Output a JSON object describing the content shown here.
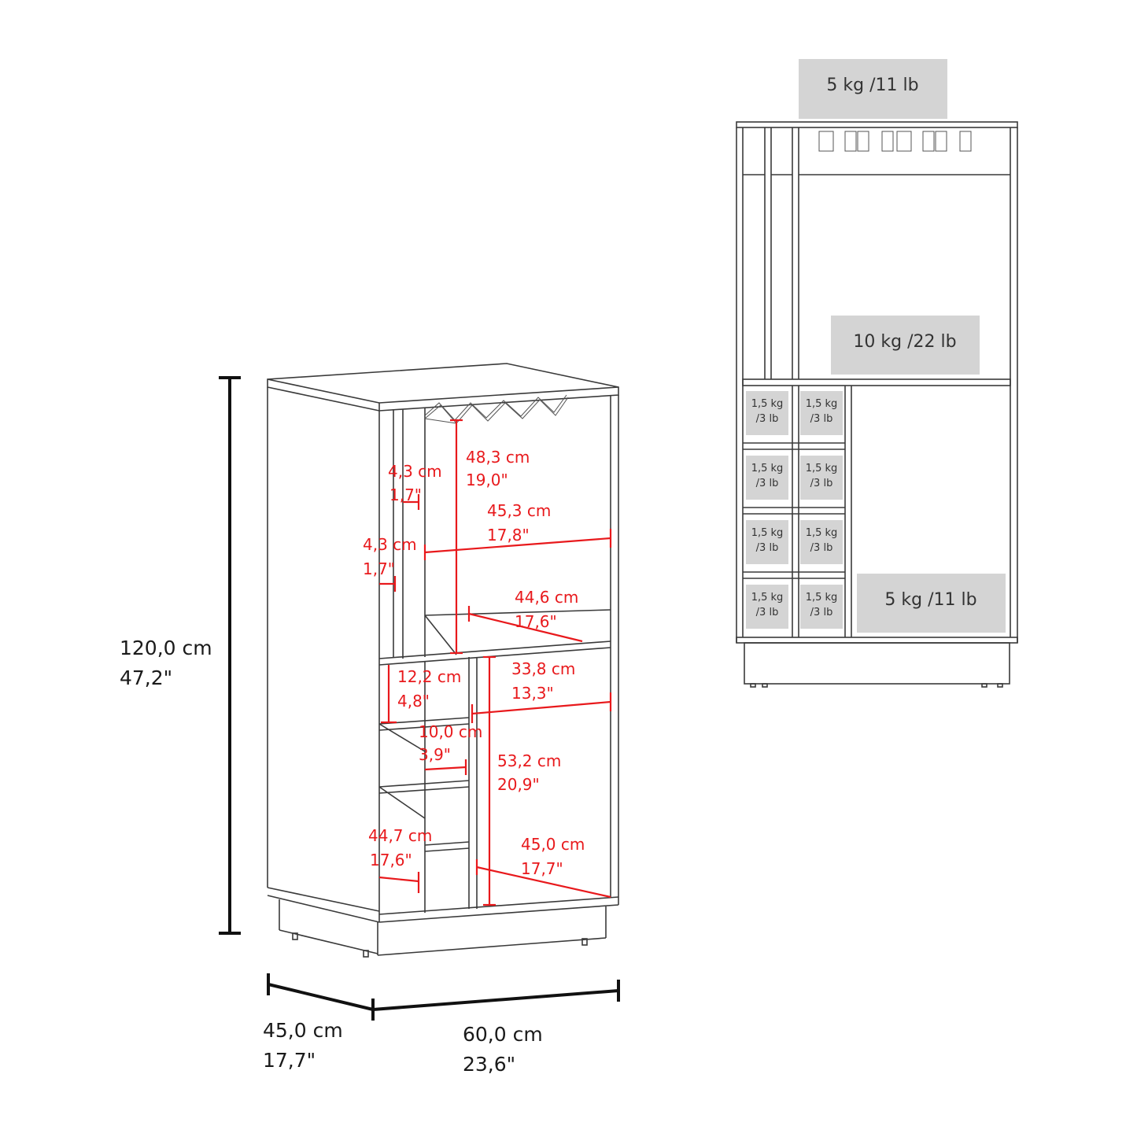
{
  "overall_dimensions": {
    "height": {
      "cm": "120,0 cm",
      "in": "47,2\""
    },
    "depth": {
      "cm": "45,0 cm",
      "in": "17,7\""
    },
    "width": {
      "cm": "60,0 cm",
      "in": "23,6\""
    }
  },
  "interior_dimensions": [
    {
      "cm": "48,3 cm",
      "in": "19,0\""
    },
    {
      "cm": "4,3 cm",
      "in": "1,7\""
    },
    {
      "cm": "45,3 cm",
      "in": "17,8\""
    },
    {
      "cm": "4,3 cm",
      "in": "1,7\""
    },
    {
      "cm": "44,6 cm",
      "in": "17,6\""
    },
    {
      "cm": "12,2 cm",
      "in": "4,8\""
    },
    {
      "cm": "33,8 cm",
      "in": "13,3\""
    },
    {
      "cm": "10,0 cm",
      "in": "3,9\""
    },
    {
      "cm": "53,2 cm",
      "in": "20,9\""
    },
    {
      "cm": "44,7 cm",
      "in": "17,6\""
    },
    {
      "cm": "45,0 cm",
      "in": "17,7\""
    }
  ],
  "load_capacities": {
    "top": "5 kg /11 lb",
    "upper_shelf": "10 kg /22 lb",
    "lower_right": "5 kg /11 lb",
    "bottle_cell": {
      "line1": "1,5 kg",
      "line2": "/3 lb"
    }
  },
  "colors": {
    "measure_red": "#e8191c",
    "label_gray": "#d4d4d4",
    "outline": "#3a3a3a"
  }
}
